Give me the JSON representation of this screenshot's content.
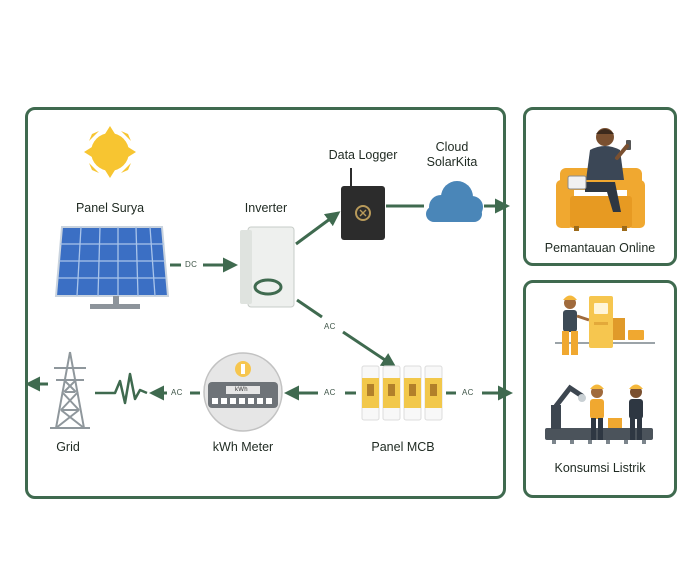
{
  "nodes": {
    "panel_surya": "Panel Surya",
    "inverter": "Inverter",
    "data_logger": "Data Logger",
    "cloud": "Cloud SolarKita",
    "pemantauan": "Pemantauan Online",
    "konsumsi": "Konsumsi Listrik",
    "grid": "Grid",
    "kwh_meter": "kWh Meter",
    "panel_mcb": "Panel MCB"
  },
  "connectors": {
    "dc": "DC",
    "ac_inverter_mcb": "AC",
    "ac_mcb_meter": "AC",
    "ac_meter_grid": "AC",
    "ac_mcb_consumption": "AC"
  },
  "device_text": {
    "meter_face": "kWh"
  },
  "colors": {
    "frame": "#3f6a4f",
    "arrow": "#3f6a4f",
    "sun": "#f7c531",
    "solar_panel": "#3b6fc4",
    "cloud": "#4a86b8",
    "logger": "#2c2c2c",
    "mcb": "#f2c84b"
  },
  "icons": [
    "sun-icon",
    "solar-panel-icon",
    "inverter-icon",
    "data-logger-icon",
    "cloud-icon",
    "person-sofa-icon",
    "industry-workers-icon",
    "transmission-tower-icon",
    "pulse-icon",
    "kwh-meter-icon",
    "mcb-breaker-icon"
  ]
}
